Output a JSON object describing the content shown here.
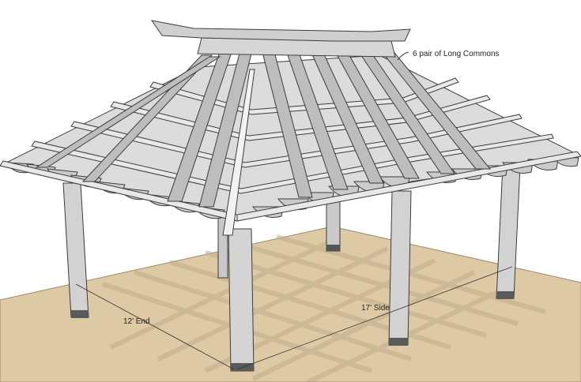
{
  "labels": {
    "commons": "6 pair of Long Commons",
    "end": "12' End",
    "side": "17' Side"
  },
  "colors": {
    "ground": "#ddc9a4",
    "ground_shadow": "#b9a586",
    "wood": "#cfcfcf",
    "wood_light": "#e6e6e6",
    "wood_dark": "#9a9a9a",
    "edge": "#3c3c3c"
  }
}
